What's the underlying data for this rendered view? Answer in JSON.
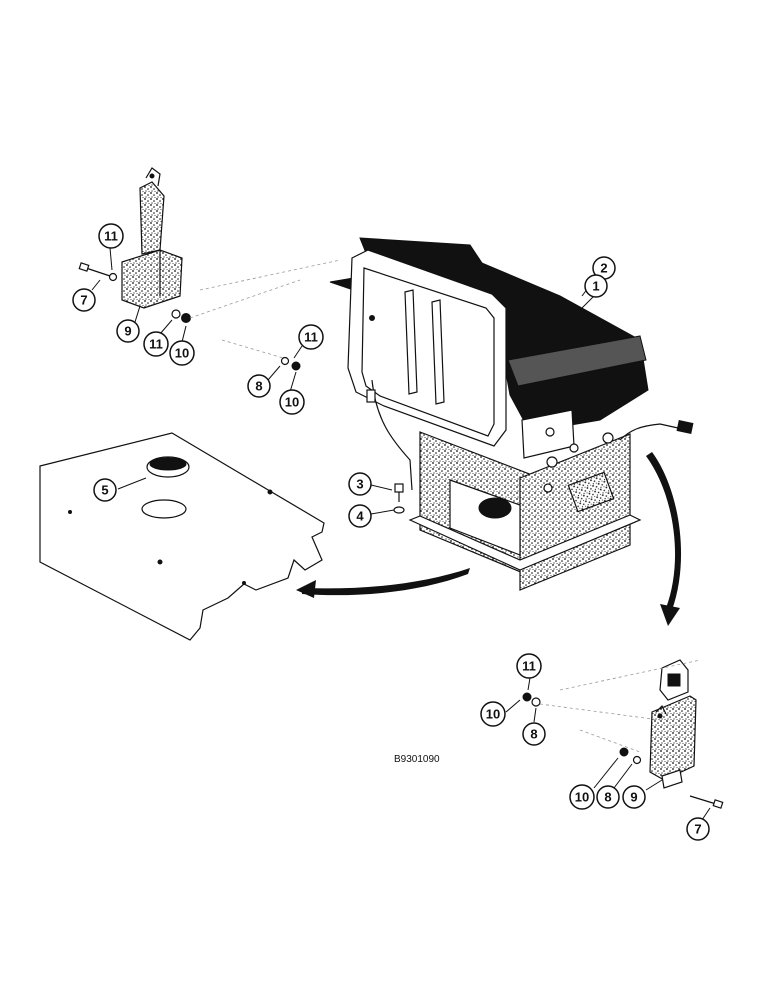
{
  "diagram": {
    "drawing_code": "B9301090",
    "colors": {
      "ink": "#111111",
      "paper": "#ffffff"
    },
    "callouts": {
      "c1": "1",
      "c2": "2",
      "c3": "3",
      "c4": "4",
      "c5": "5",
      "c7_upper": "7",
      "c9_upper": "9",
      "c11_upper_top": "11",
      "c11_upper_low": "11",
      "c10_upper": "10",
      "c11_mid": "11",
      "c8_mid": "8",
      "c10_mid": "10",
      "c11_lower": "11",
      "c10_lower_left": "10",
      "c8_lower_mid": "8",
      "c10_lower_bottom": "10",
      "c8_lower_bottom": "8",
      "c9_lower": "9",
      "c7_lower": "7"
    }
  }
}
